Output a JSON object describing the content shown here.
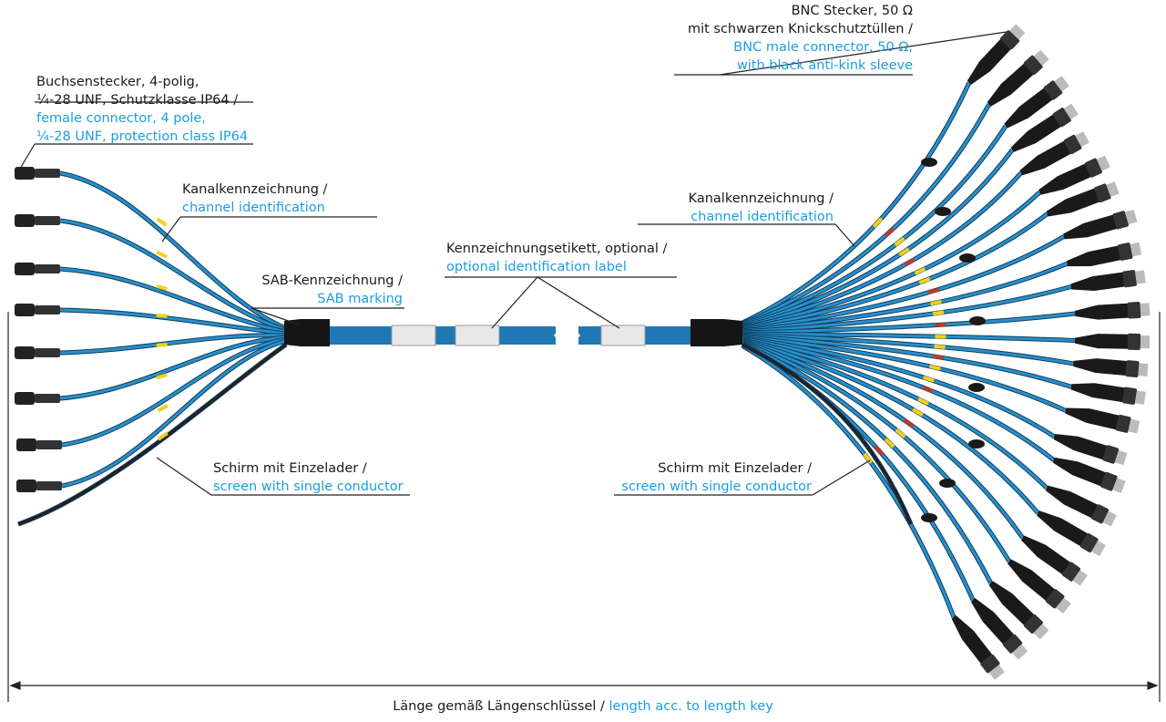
{
  "labels": {
    "female_connector": {
      "de1": "Buchsenstecker, 4-polig,",
      "de2": "¼-28 UNF, Schutzklasse IP64 /",
      "en1": "female connector, 4 pole,",
      "en2": "¼-28 UNF, protection class IP64"
    },
    "channel_id_left": {
      "de": "Kanalkennzeichnung /",
      "en": "channel identification"
    },
    "sab_marking": {
      "de": "SAB-Kennzeichnung /",
      "en": "SAB marking"
    },
    "id_label": {
      "de": "Kennzeichnungsetikett, optional /",
      "en": "optional identification label"
    },
    "bnc_connector": {
      "de1": "BNC Stecker, 50 Ω",
      "de2": "mit schwarzen Knickschutztüllen /",
      "en1": "BNC male connector, 50 Ω,",
      "en2": "with black anti-kink sleeve"
    },
    "channel_id_right": {
      "de": "Kanalkennzeichnung /",
      "en": "channel identification"
    },
    "screen_left": {
      "de": "Schirm mit Einzelader /",
      "en": "screen with single conductor"
    },
    "screen_right": {
      "de": "Schirm mit Einzelader /",
      "en": "screen with single conductor"
    },
    "length": {
      "de": "Länge gemäß Längenschlüssel /",
      "en": "length acc. to length key"
    }
  },
  "colors": {
    "cable": "#1f78b4",
    "wire": "#2a8fc9",
    "accent_text": "#1a9ee0",
    "marker": "#f2d21b",
    "marker_red": "#c0392b"
  }
}
